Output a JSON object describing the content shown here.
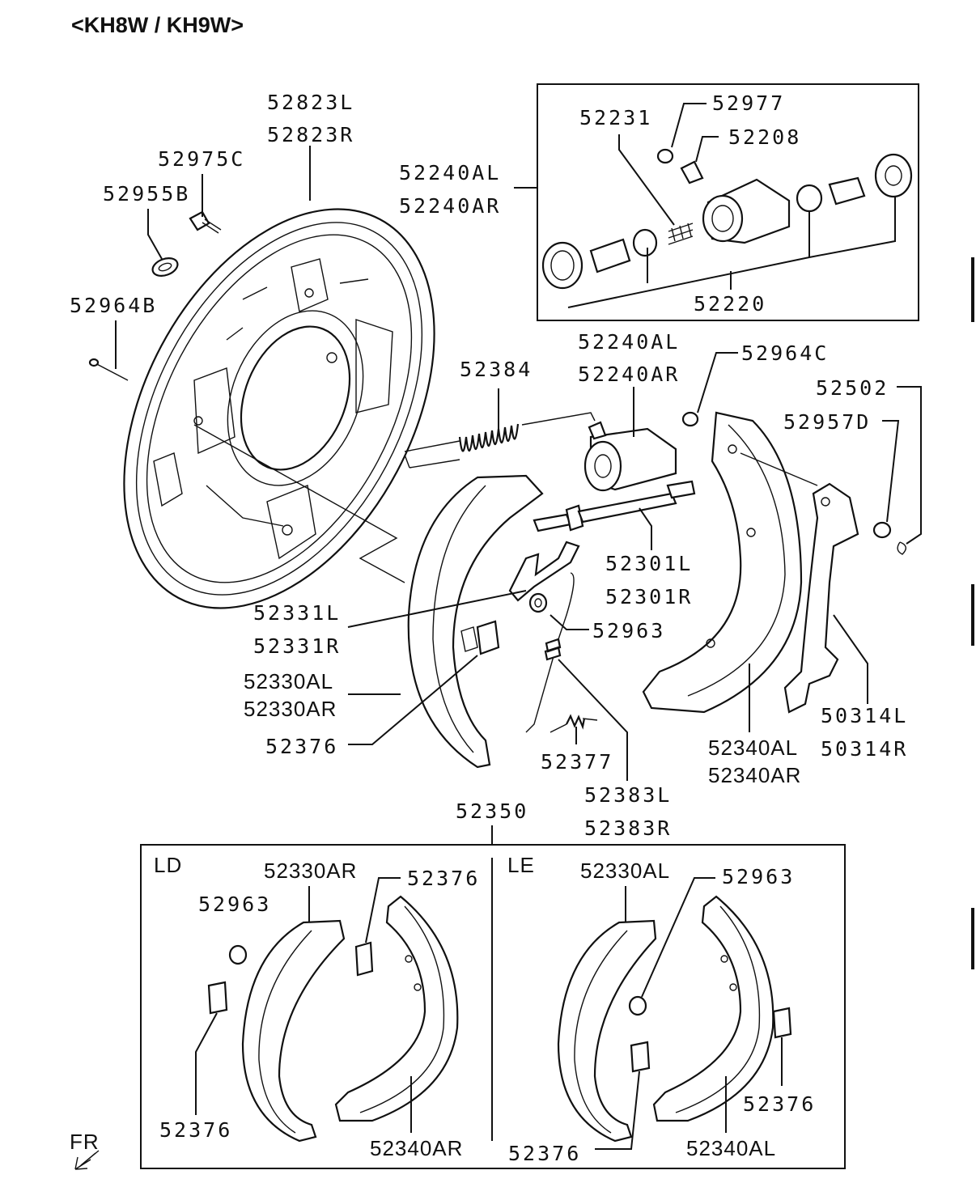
{
  "title": "<KH8W / KH9W>",
  "fr_label": "FR",
  "labels": {
    "p52823L": "52823L",
    "p52823R": "52823R",
    "p52975C": "52975C",
    "p52955B": "52955B",
    "p52964B": "52964B",
    "p52240AL_top": "52240AL",
    "p52240AR_top": "52240AR",
    "p52231": "52231",
    "p52977": "52977",
    "p52208": "52208",
    "p52220": "52220",
    "p52384": "52384",
    "p52240AL_mid": "52240AL",
    "p52240AR_mid": "52240AR",
    "p52964C": "52964C",
    "p52502": "52502",
    "p52957D": "52957D",
    "p52301L": "52301L",
    "p52301R": "52301R",
    "p52331L": "52331L",
    "p52331R": "52331R",
    "p52963_mid": "52963",
    "p52330AL_mid": "52330AL",
    "p52330AR_mid": "52330AR",
    "p52376_mid": "52376",
    "p52377": "52377",
    "p52383L": "52383L",
    "p52383R": "52383R",
    "p52340AL_mid": "52340AL",
    "p52340AR_mid": "52340AR",
    "p50314L": "50314L",
    "p50314R": "50314R",
    "p52350": "52350"
  },
  "kit_box": {
    "ld": {
      "side_label": "LD",
      "p52330AR": "52330AR",
      "p52376_top": "52376",
      "p52963": "52963",
      "p52376_bottom": "52376",
      "p52340AR": "52340AR"
    },
    "le": {
      "side_label": "LE",
      "p52330AL": "52330AL",
      "p52963": "52963",
      "p52376_right": "52376",
      "p52376_bottom": "52376",
      "p52340AL": "52340AL"
    }
  }
}
